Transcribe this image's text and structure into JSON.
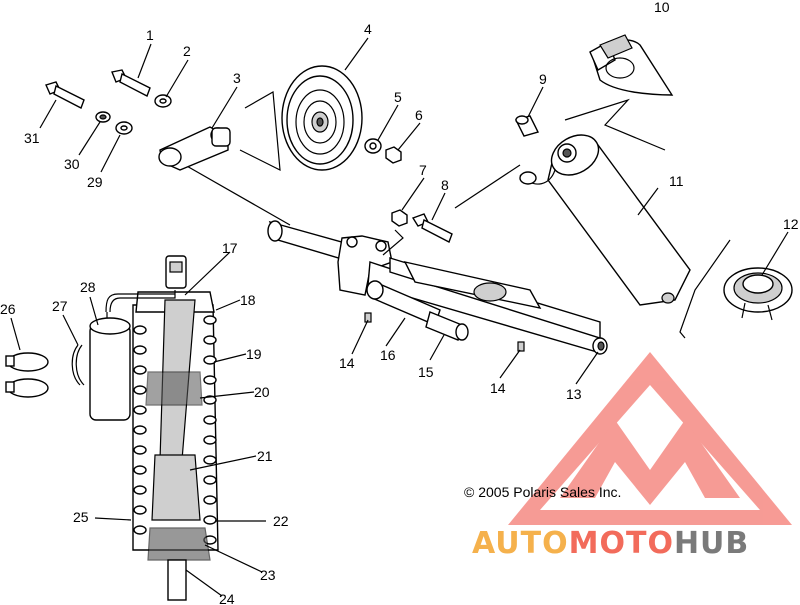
{
  "copyright": "© 2005 Polaris Sales Inc.",
  "watermark": {
    "part_auto": "AUTO",
    "part_moto": "MOTO",
    "part_hub": "HUB",
    "colors": {
      "auto": "#f5b14c",
      "moto": "#f26b5b",
      "hub": "#7a7a7a",
      "logo": "#f47a72"
    }
  },
  "callouts": [
    "1",
    "2",
    "3",
    "4",
    "5",
    "6",
    "7",
    "8",
    "9",
    "10",
    "11",
    "12",
    "13",
    "14",
    "14",
    "15",
    "16",
    "17",
    "18",
    "19",
    "20",
    "21",
    "22",
    "23",
    "24",
    "25",
    "26",
    "27",
    "28",
    "29",
    "30",
    "31"
  ]
}
